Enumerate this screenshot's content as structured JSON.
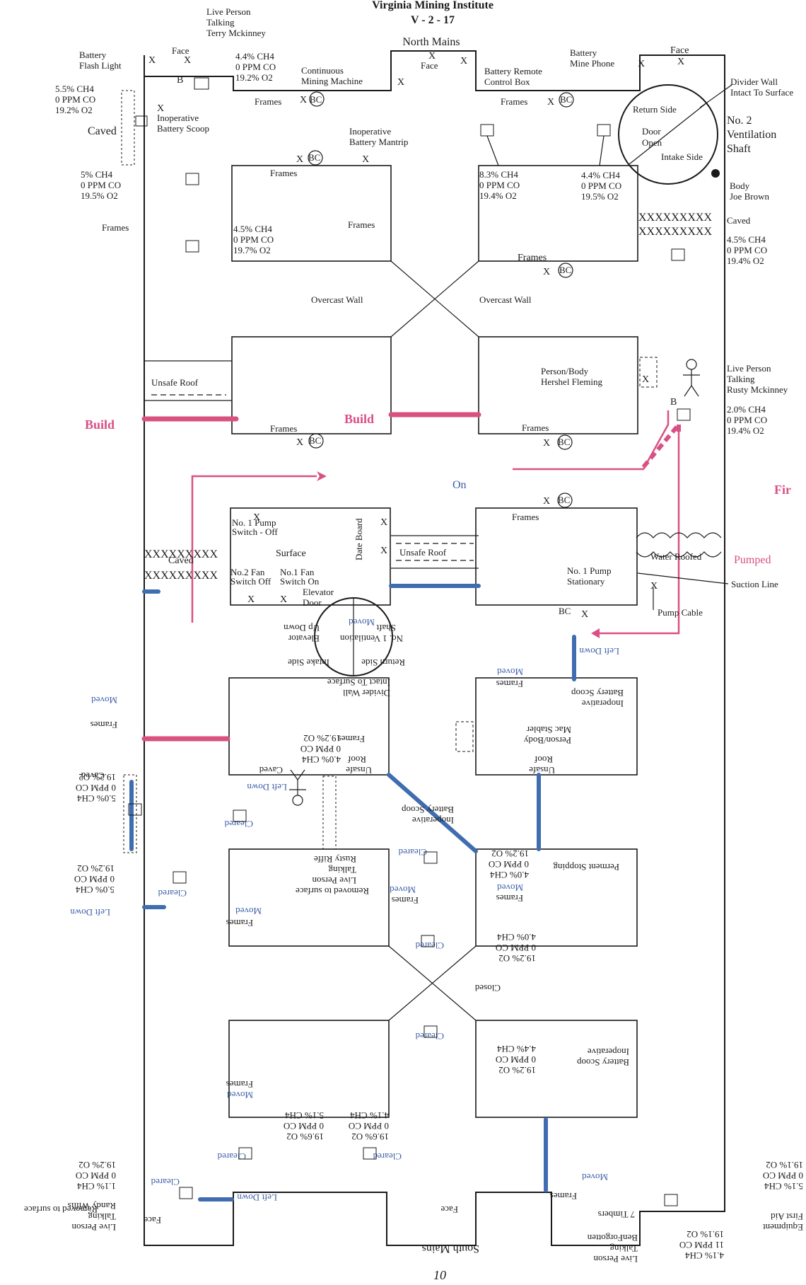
{
  "header": {
    "title": "Virginia Mining Institute",
    "code": "V - 2 - 17",
    "page_number": "10"
  },
  "mains": {
    "north": "North Mains",
    "south": "South Mains"
  },
  "labels": {
    "live_person_top": "Live Person",
    "talking_top": "Talking",
    "terry": "Terry Mckinney",
    "battery_flash": "Battery",
    "flash_light": "Flash Light",
    "face": "Face",
    "face_n2": "Face",
    "face_n3": "Face",
    "gas_tl_1": "4.4% CH4",
    "gas_tl_2": "0 PPM CO",
    "gas_tl_3": "19.2% O2",
    "cmm1": "Continuous",
    "cmm2": "Mining Machine",
    "brcb1": "Battery Remote",
    "brcb2": "Control Box",
    "bmp1": "Battery",
    "bmp2": "Mine Phone",
    "divider1": "Divider Wall",
    "divider2": "Intact To Surface",
    "left_gas_1": "5.5% CH4",
    "left_gas_2": "0 PPM CO",
    "left_gas_3": "19.2% O2",
    "caved": "Caved",
    "inop_scoop1": "Inoperative",
    "inop_scoop2": "Battery Scoop",
    "frames": "Frames",
    "return_side": "Return Side",
    "door_open1": "Door",
    "door_open2": "Open",
    "intake_side": "Intake Side",
    "vent2a": "No. 2",
    "vent2b": "Ventilation",
    "vent2c": "Shaft",
    "inop_mantrip1": "Inoperative",
    "inop_mantrip2": "Battery Mantrip",
    "g5_1": "5% CH4",
    "g5_2": "0 PPM CO",
    "g5_3": "19.5% O2",
    "g83_1": "8.3% CH4",
    "g83_2": "0 PPM CO",
    "g83_3": "19.4% O2",
    "g44b_1": "4.4% CH4",
    "g44b_2": "0 PPM CO",
    "g44b_3": "19.5% O2",
    "body1": "Body",
    "body2": "Joe Brown",
    "caved_r": "Caved",
    "g45r_1": "4.5% CH4",
    "g45r_2": "0 PPM CO",
    "g45r_3": "19.4% O2",
    "g45_1": "4.5% CH4",
    "g45_2": "0 PPM CO",
    "g45_3": "19.7% O2",
    "overcast": "Overcast Wall",
    "unsafe_roof": "Unsafe Roof",
    "person_body1": "Person/Body",
    "person_body2": "Hershel Fleming",
    "rusty1": "Live Person",
    "rusty2": "Talking",
    "rusty3": "Rusty Mckinney",
    "g20_1": "2.0% CH4",
    "g20_2": "0 PPM CO",
    "g20_3": "19.4% O2",
    "build": "Build",
    "on": "On",
    "fire": "Fir",
    "pump1": "No. 1 Pump",
    "pump2": "Switch - Off",
    "surface": "Surface",
    "date_board": "Date Board",
    "fan2a": "No.2 Fan",
    "fan2b": "Switch Off",
    "fan1a": "No.1 Fan",
    "fan1b": "Switch On",
    "elevator": "Elevator",
    "door": "Door",
    "pump_st1": "No. 1 Pump",
    "pump_st2": "Stationary",
    "water_roofed": "Water Roofed",
    "pumped": "Pumped",
    "suction": "Suction Line",
    "pump_cable": "Pump Cable",
    "moved": "Moved",
    "elevator_up": "Elevator",
    "up_down": "Up Down",
    "vent1a": "No. 1 Ventilation",
    "vent1b": "Shaft",
    "left_down": "Left Down",
    "cleared": "Cleared",
    "closed": "Closed",
    "mac1": "Person/Body",
    "mac2": "Mac Stabler",
    "roof": "Roof",
    "unsafe": "Unsafe",
    "g40_1": "4.0% CH4",
    "g40_2": "0 PPM CO",
    "g40_3": "19.2% O2",
    "g50_1": "5.0% CH4",
    "g50_2": "0 PPM CO",
    "g50_3": "19.2% O2",
    "rusty_r1": "Live Person",
    "rusty_r2": "Talking",
    "rusty_r3": "Rusty Riffe",
    "removed": "Removed to surface",
    "perm": "Perment Stopping",
    "g44c_1": "4.4% CH4",
    "g44c_2": "0 PPM CO",
    "g44c_3": "19.2% O2",
    "g51_1": "5.1% CH4",
    "g51_2": "0 PPM CO",
    "g51_3": "19.6% O2",
    "g41_1": "4.1% CH4",
    "g41_2": "0 PPM CO",
    "g41_3": "19.6% O2",
    "g51b_1": "5.1% CH4",
    "g51b_2": "0 PPM CO",
    "g51b_3": "19.1% O2",
    "g11_1": "1.1% CH4",
    "g11_2": "0 PPM CO",
    "g11_3": "19.2% O2",
    "randy1": "Live Person",
    "randy2": "Talking",
    "randy3": "Randy Willis",
    "first_aid1": "First Aid",
    "first_aid2": "Equipment",
    "timbers": "7 Timbers",
    "ben1": "Live Person",
    "ben2": "Talking",
    "ben3": "BenForgotten",
    "g41b_1": "4.1% CH4",
    "g41b_2": "11 PPM CO",
    "g41b_3": "19.1% O2",
    "x": "X",
    "b": "B",
    "bc": "BC",
    "xs": "XXXXXXXXX"
  },
  "colors": {
    "pink": "#d94f86",
    "blue": "#3f6db0",
    "ink": "#1a1a1a"
  }
}
